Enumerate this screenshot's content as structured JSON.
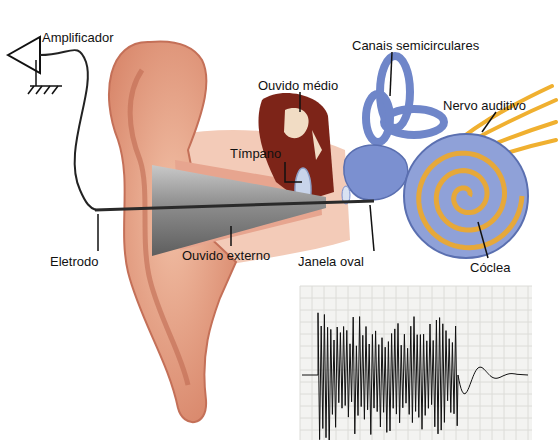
{
  "diagram": {
    "labels": [
      "Amplificador",
      "Canais semicirculares",
      "Ouvido médio",
      "Nervo auditivo",
      "Tímpano",
      "Eletrodo",
      "Ouvido externo",
      "Janela oval",
      "Cóclea"
    ]
  }
}
